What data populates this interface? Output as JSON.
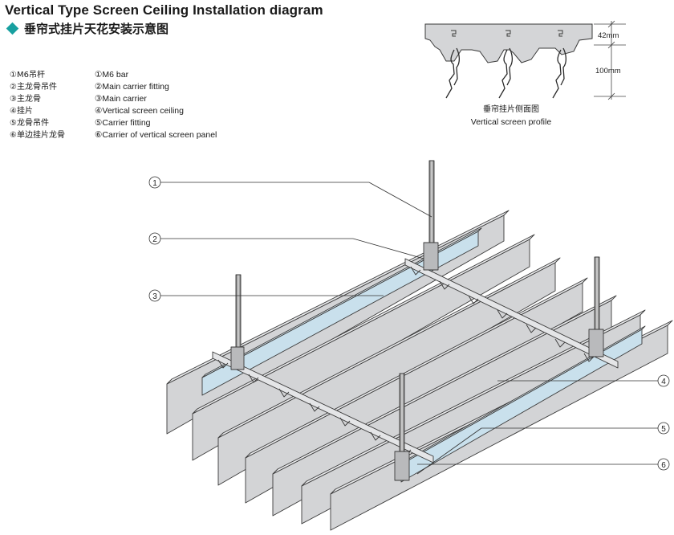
{
  "header": {
    "title_en": "Vertical Type Screen Ceiling Installation diagram",
    "title_cn": "垂帘式挂片天花安装示意图"
  },
  "legend": {
    "cn": [
      "①M6吊杆",
      "②主龙骨吊件",
      "③主龙骨",
      "④挂片",
      "⑤龙骨吊件",
      "⑥单边挂片龙骨"
    ],
    "en": [
      "①M6  bar",
      "②Main carrier fitting",
      "③Main carrier",
      "④Vertical screen ceiling",
      "⑤Carrier fitting",
      "⑥Carrier of vertical screen panel"
    ]
  },
  "profile": {
    "dim_top": "42mm",
    "dim_bottom": "100mm",
    "caption_cn": "垂帘挂片侧面图",
    "caption_en": "Vertical screen profile"
  },
  "callouts": [
    "1",
    "2",
    "3",
    "4",
    "5",
    "6"
  ],
  "colors": {
    "accent": "#18a0a0",
    "panel_face": "#d4d5d7",
    "panel_top": "#e7e8ea",
    "carrier": "#c9e0ec",
    "outline": "#3a3a3a"
  }
}
